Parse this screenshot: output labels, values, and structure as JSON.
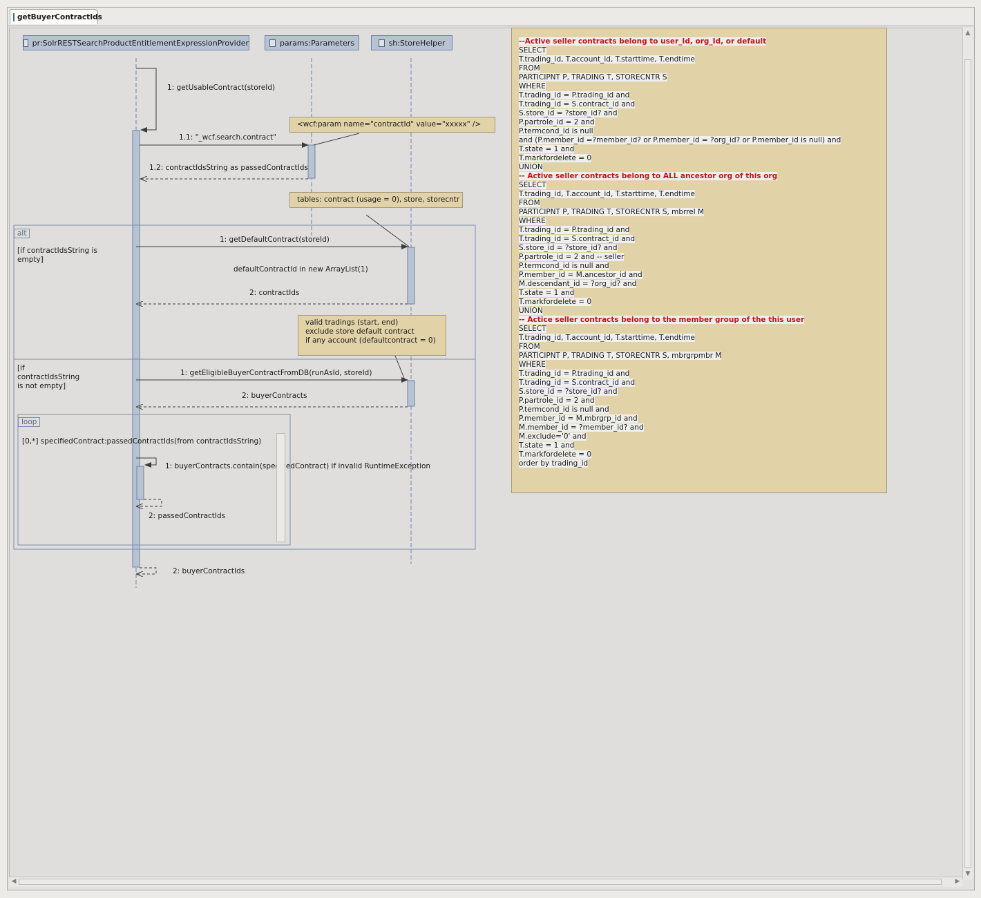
{
  "tab": {
    "title": "getBuyerContractIds"
  },
  "lifelines": [
    {
      "label": "pr:SolrRESTSearchProductEntitlementExpressionProvider"
    },
    {
      "label": "params:Parameters"
    },
    {
      "label": "sh:StoreHelper"
    }
  ],
  "messages": {
    "m1": "1: getUsableContract(storeId)",
    "m11": "1.1: \"_wcf.search.contract\"",
    "m12": "1.2: contractIdsString as passedContractIds",
    "alt1_call": "1: getDefaultContract(storeId)",
    "alt1_note": "defaultContractId in new ArrayList(1)",
    "alt1_ret": "2: contractIds",
    "alt2_call": "1: getEligibleBuyerContractFromDB(runAsId, storeId)",
    "alt2_ret": "2: buyerContracts",
    "loop_guard": "[0,*] specifiedContract:passedContractIds(from contractIdsString)",
    "loop_call": "1: buyerContracts.contain(specifiedContract) if invalid RuntimeException",
    "loop_ret": "2: passedContractIds",
    "final_ret": "2: buyerContractIds"
  },
  "notes": {
    "param": "<wcf:param name=\"contractId\" value=\"xxxxx\" />",
    "tables": "tables: contract (usage = 0), store, storecntr",
    "valid": [
      "valid tradings (start, end)",
      "exclude store default contract",
      "if any account (defaultcontract = 0)"
    ]
  },
  "fragments": {
    "alt_label": "alt",
    "alt_guard1": [
      "[if contractIdsString is",
      "empty]"
    ],
    "alt_guard2": [
      "[if",
      "contractIdsString",
      "is not empty]"
    ],
    "loop_label": "loop"
  },
  "sql": [
    {
      "text": "--Active seller contracts belong to user_Id, org_Id, or default",
      "kind": "comment"
    },
    {
      "text": "SELECT",
      "kind": "code"
    },
    {
      "text": "T.trading_id, T.account_id, T.starttime, T.endtime",
      "kind": "code"
    },
    {
      "text": "FROM",
      "kind": "code"
    },
    {
      "text": "PARTICIPNT P, TRADING T, STORECNTR S",
      "kind": "code"
    },
    {
      "text": "WHERE",
      "kind": "code"
    },
    {
      "text": "T.trading_id = P.trading_id and",
      "kind": "code"
    },
    {
      "text": "T.trading_id = S.contract_id and",
      "kind": "code"
    },
    {
      "text": "S.store_id = ?store_id? and",
      "kind": "code"
    },
    {
      "text": "P.partrole_id = 2 and",
      "kind": "code"
    },
    {
      "text": "P.termcond_id is null",
      "kind": "code"
    },
    {
      "text": "and (P.member_id =?member_id? or P.member_id = ?org_id? or P.member_id is null) and",
      "kind": "code"
    },
    {
      "text": "T.state = 1 and",
      "kind": "code"
    },
    {
      "text": "T.markfordelete = 0",
      "kind": "code"
    },
    {
      "text": "UNION",
      "kind": "code"
    },
    {
      "text": "-- Active seller contracts belong to ALL ancestor org of this org",
      "kind": "comment"
    },
    {
      "text": "SELECT",
      "kind": "code"
    },
    {
      "text": "T.trading_id, T.account_id, T.starttime, T.endtime",
      "kind": "code"
    },
    {
      "text": "FROM",
      "kind": "code"
    },
    {
      "text": "PARTICIPNT P, TRADING T, STORECNTR S, mbrrel M",
      "kind": "code"
    },
    {
      "text": "WHERE",
      "kind": "code"
    },
    {
      "text": "T.trading_id = P.trading_id and",
      "kind": "code"
    },
    {
      "text": "T.trading_id = S.contract_id and",
      "kind": "code"
    },
    {
      "text": "S.store_id = ?store_id? and",
      "kind": "code"
    },
    {
      "text": "P.partrole_id = 2 and -- seller",
      "kind": "code"
    },
    {
      "text": "P.termcond_id is null and",
      "kind": "code"
    },
    {
      "text": "P.member_id = M.ancestor_id and",
      "kind": "code"
    },
    {
      "text": "M.descendant_id = ?org_id? and",
      "kind": "code"
    },
    {
      "text": "T.state = 1 and",
      "kind": "code"
    },
    {
      "text": "T.markfordelete = 0",
      "kind": "code"
    },
    {
      "text": "UNION",
      "kind": "code"
    },
    {
      "text": "-- Actice seller contracts belong to the member group of the this user",
      "kind": "comment"
    },
    {
      "text": "SELECT",
      "kind": "code"
    },
    {
      "text": "T.trading_id, T.account_id, T.starttime, T.endtime",
      "kind": "code"
    },
    {
      "text": "FROM",
      "kind": "code"
    },
    {
      "text": "PARTICIPNT P, TRADING T, STORECNTR S, mbrgrpmbr M",
      "kind": "code"
    },
    {
      "text": "WHERE",
      "kind": "code"
    },
    {
      "text": "T.trading_id = P.trading_id and",
      "kind": "code"
    },
    {
      "text": "T.trading_id = S.contract_id and",
      "kind": "code"
    },
    {
      "text": "S.store_id = ?store_id? and",
      "kind": "code"
    },
    {
      "text": "P.partrole_id = 2 and",
      "kind": "code"
    },
    {
      "text": "P.termcond_id is null and",
      "kind": "code"
    },
    {
      "text": "P.member_id = M.mbrgrp_id and",
      "kind": "code"
    },
    {
      "text": "M.member_id = ?member_id? and",
      "kind": "code"
    },
    {
      "text": "M.exclude='0' and",
      "kind": "code"
    },
    {
      "text": "T.state = 1 and",
      "kind": "code"
    },
    {
      "text": "T.markfordelete = 0",
      "kind": "code"
    },
    {
      "text": "order by trading_id",
      "kind": "code"
    }
  ],
  "colors": {
    "lifeline_fill": "#b7c2d3",
    "note_fill": "#e1d2a8",
    "comment_red": "#bf1515",
    "frame_blue": "#7a8fab"
  }
}
